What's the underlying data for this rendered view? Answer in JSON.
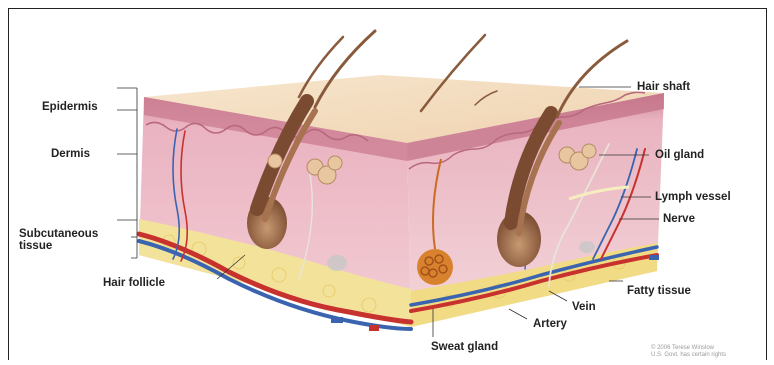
{
  "labels": {
    "epidermis": "Epidermis",
    "dermis": "Dermis",
    "subcutaneous": "Subcutaneous",
    "subcutaneous_line2": "tissue",
    "hair_follicle": "Hair follicle",
    "hair_shaft": "Hair shaft",
    "oil_gland": "Oil gland",
    "lymph_vessel": "Lymph vessel",
    "nerve": "Nerve",
    "fatty_tissue": "Fatty tissue",
    "vein": "Vein",
    "artery": "Artery",
    "sweat_gland": "Sweat gland"
  },
  "watermark": {
    "line1": "© 2006 Terese Winslow",
    "line2": "U.S. Govt. has certain rights"
  },
  "colors": {
    "epidermis_top": "#f3dcc0",
    "dermis": "#e9aebd",
    "dermis_side": "#f1c6cf",
    "fat": "#f3e39a",
    "artery": "#c8322e",
    "vein": "#3a63b0",
    "hair": "#8a5a3c"
  }
}
